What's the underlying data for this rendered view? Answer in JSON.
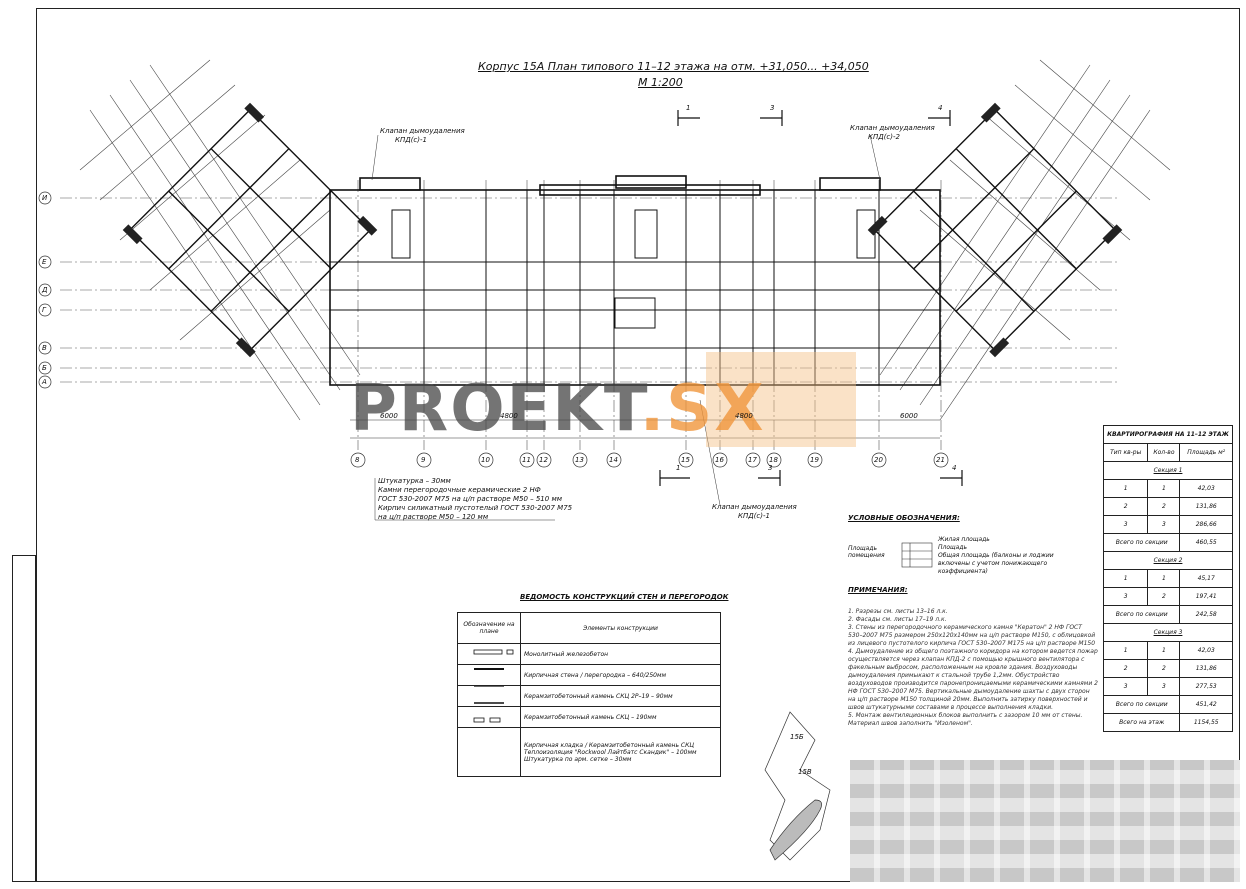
{
  "drawing": {
    "title": "Корпус 15А  План типового 11–12 этажа на отм. +31,050... +34,050",
    "scale": "М 1:200",
    "watermark_main": "PROEKT",
    "watermark_suffix": ".SX"
  },
  "labels": {
    "smoke_valve_1": "Клапан дымоудаления",
    "smoke_valve_1_code": "КПД(с)-1",
    "smoke_valve_2": "Клапан дымоудаления",
    "smoke_valve_2_code": "КПД(с)-2",
    "smoke_valve_3": "Клапан дымоудаления",
    "smoke_valve_3_code": "КПД(с)-1",
    "section_marks": [
      "1",
      "3",
      "4",
      "1",
      "3",
      "4"
    ],
    "axis_bottom": [
      "8",
      "9",
      "10",
      "11",
      "12",
      "13",
      "14",
      "15",
      "16",
      "17",
      "18",
      "19",
      "20",
      "21"
    ],
    "axis_left": [
      "И",
      "Е",
      "Д",
      "Г",
      "В",
      "Б",
      "А"
    ],
    "dims_bottom": [
      "6000",
      "4800",
      "4800",
      "6000"
    ],
    "wall_note_1": "Штукатурка – 30мм",
    "wall_note_2": "Камни перегородочные керамические 2 НФ",
    "wall_note_3": "ГОСТ 530-2007 М75 на ц/п растворе М50 – 510 мм",
    "wall_note_4": "Кирпич силикатный пустотелый ГОСТ 530-2007 М75",
    "wall_note_5": "на ц/п растворе М50 – 120 мм"
  },
  "legend": {
    "heading": "УСЛОВНЫЕ ОБОЗНАЧЕНИЯ:",
    "left_1": "Площадь",
    "left_2": "помещения",
    "item_1": "Жилая площадь",
    "item_2": "Площадь",
    "item_3": "Общая площадь (балконы и лоджии",
    "item_4": "включены с учетом понижающего",
    "item_5": "коэффициента)"
  },
  "structures": {
    "heading": "ВЕДОМОСТЬ КОНСТРУКЦИЙ СТЕН И ПЕРЕГОРОДОК",
    "col_1": "Обозначение на плане",
    "col_2": "Элементы конструкции",
    "rows": [
      "Монолитный железобетон",
      "Кирпичная стена / перегородка – 640/250мм",
      "Керамзитобетонный камень СКЦ 2Р–19 – 90мм",
      "Керамзитобетонный камень СКЦ – 190мм",
      "Кирпичная кладка / Керамзитобетонный камень СКЦ  Теплоизоляция \"Rockwool Лайтбатс Скандик\" – 100мм  Штукатурка по арм. сетке – 30мм"
    ]
  },
  "notes": {
    "heading": "ПРИМЕЧАНИЯ:",
    "items": [
      "1.   Разрезы см. листы 13–16 л.к.",
      "2.   Фасады см. листы 17–19 л.к.",
      "3.   Стены из перегородочного керамического камня \"Кератон\" 2 НФ ГОСТ 530–2007 М75 размером 250х120х140мм на ц/п растворе М150, с облицовкой из лицевого пустотелого кирпича ГОСТ 530–2007 М175 на ц/п растворе М150",
      "4.   Дымоудаление из общего поэтажного коридора на котором ведется пожар осуществляется через клапан КПД-2 с помощью крышного вентилятора с факельным выбросом, расположенным на кровле здания. Воздуховоды дымоудаления примыкают к стальной трубе 1,2мм. Обустройство воздуховодов производится паронепроницаемыми керамическими камнями 2 НФ ГОСТ 530–2007 М75. Вертикальные дымоудаление шахты с двух сторон на ц/п растворе М150 толщиной 20мм. Выполнить затирку поверхностей и швов штукатурными составами в процессе выполнения кладки.",
      "5.   Монтаж вентиляционных блоков выполнить с зазором 10 мм от стены. Материал швов заполнить \"Изоленом\"."
    ]
  },
  "apartments": {
    "heading": "КВАРТИРОГРАФИЯ НА 11–12 ЭТАЖ",
    "col_1": "Тип кв-ры",
    "col_2": "Кол-во",
    "col_3": "Площадь м²",
    "section_1": "Секция 1",
    "rows_1": [
      [
        "1",
        "1",
        "42,03"
      ],
      [
        "2",
        "2",
        "131,86"
      ],
      [
        "3",
        "3",
        "286,66"
      ]
    ],
    "total_1": [
      "Всего по секции",
      "460,55"
    ],
    "section_2": "Секция 2",
    "rows_2": [
      [
        "1",
        "1",
        "45,17"
      ],
      [
        "3",
        "2",
        "197,41"
      ]
    ],
    "total_2": [
      "Всего по секции",
      "242,58"
    ],
    "section_3": "Секция 3",
    "rows_3": [
      [
        "1",
        "1",
        "42,03"
      ],
      [
        "2",
        "2",
        "131,86"
      ],
      [
        "3",
        "3",
        "277,53"
      ]
    ],
    "total_3": [
      "Всего по секции",
      "451,42"
    ],
    "total_floor": [
      "Всего на этаж",
      "1154,55"
    ]
  },
  "keyplan": {
    "label_1": "15Б",
    "label_2": "15В"
  }
}
